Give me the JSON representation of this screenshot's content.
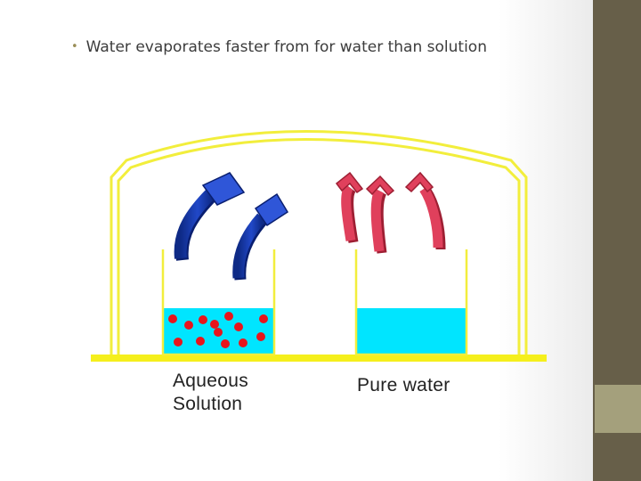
{
  "slide": {
    "bullet_marker": "•",
    "bullet_text": "Water evaporates faster from for water than solution"
  },
  "diagram": {
    "beakers": [
      {
        "label_line1": "Aqueous",
        "label_line2": "Solution",
        "contents": "solution",
        "arrow_color": "#1a3aa8"
      },
      {
        "label": "Pure water",
        "contents": "water",
        "arrow_color": "#e0405c"
      }
    ],
    "colors": {
      "dome": "#f2ee3c",
      "water": "#00e5ff",
      "solute_particle": "#e8141c",
      "sidebar_dark": "#675f49",
      "sidebar_light": "#a4a07c"
    }
  }
}
